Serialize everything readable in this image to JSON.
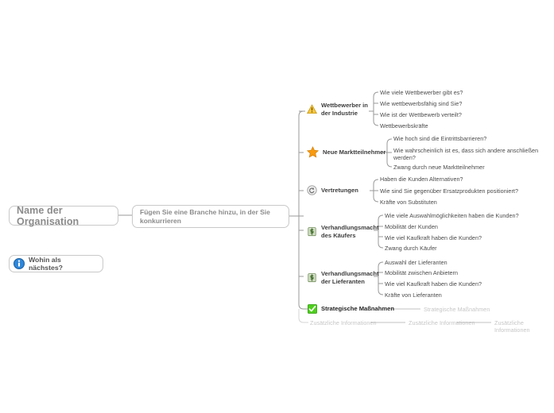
{
  "meta": {
    "type": "mindmap",
    "language": "de",
    "title": "Porter's Five Forces Mindmap"
  },
  "colors": {
    "node_border": "#c9c9c9",
    "node_text": "#8b8b8b",
    "branch_text": "#3c3c3c",
    "leaf_text": "#4a4a4a",
    "faint_text": "#c6c6c6",
    "connector": "#9a9a9a",
    "connector_faint": "#d5d5d5",
    "warning_icon": "#f2b50e",
    "star_icon": "#f2930d",
    "substitute_icon": "#8d8d8d",
    "money_icon": "#5e8a3f",
    "check_icon": "#45c61a",
    "info_icon": "#2f86d8"
  },
  "root": {
    "label": "Name der Organisation"
  },
  "industry": {
    "label": "Fügen Sie eine Branche hinzu, in der Sie konkurrieren"
  },
  "next_steps": {
    "icon": "info-icon",
    "label": "Wohin als nächstes?"
  },
  "branches": [
    {
      "id": "competitors",
      "icon": "warning-triangle-icon",
      "label": "Wettbewerber in\nder Industrie",
      "children": [
        {
          "label": "Wie viele Wettbewerber gibt es?"
        },
        {
          "label": "Wie wettbewerbsfähig sind Sie?"
        },
        {
          "label": "Wie ist der Wettbewerb verteilt?"
        },
        {
          "label": "Wettbewerbskräfte"
        }
      ]
    },
    {
      "id": "new-entrants",
      "icon": "star-icon",
      "label": "Neue Marktteilnehmer",
      "children": [
        {
          "label": "Wie hoch sind die Eintrittsbarrieren?"
        },
        {
          "label": "Wie wahrscheinlich ist es, dass sich andere anschließen\nwerden?"
        },
        {
          "label": "Zwang durch neue Marktteilnehmer"
        }
      ]
    },
    {
      "id": "substitutes",
      "icon": "substitute-icon",
      "label": "Vertretungen",
      "children": [
        {
          "label": "Haben die Kunden Alternativen?"
        },
        {
          "label": "Wie sind Sie gegenüber Ersatzprodukten positioniert?"
        },
        {
          "label": "Kräfte von Substituten"
        }
      ]
    },
    {
      "id": "buyer-power",
      "icon": "money-icon",
      "label": "Verhandlungsmacht\ndes Käufers",
      "children": [
        {
          "label": "Wie viele Auswahlmöglichkeiten haben die Kunden?"
        },
        {
          "label": "Mobilität der Kunden"
        },
        {
          "label": "Wie viel Kaufkraft haben die Kunden?"
        },
        {
          "label": "Zwang durch Käufer"
        }
      ]
    },
    {
      "id": "supplier-power",
      "icon": "money-icon",
      "label": "Verhandlungsmacht\nder Lieferanten",
      "children": [
        {
          "label": "Auswahl der Lieferanten"
        },
        {
          "label": "Mobilität zwischen Anbietern"
        },
        {
          "label": "Wie viel Kaufkraft haben die Kunden?"
        },
        {
          "label": "Kräfte von Lieferanten"
        }
      ]
    },
    {
      "id": "strategic-actions",
      "icon": "green-check-icon",
      "label": "Strategische Maßnahmen",
      "children": [
        {
          "label": "Strategische Maßnahmen",
          "faint": true
        }
      ]
    },
    {
      "id": "additional-info",
      "icon": "none",
      "label": "Zusätzliche Informationen",
      "faint": true,
      "children": [
        {
          "label": "Zusätzliche Informationen",
          "faint": true
        },
        {
          "label": "Zusätzliche Informationen",
          "faint": true
        }
      ]
    }
  ]
}
